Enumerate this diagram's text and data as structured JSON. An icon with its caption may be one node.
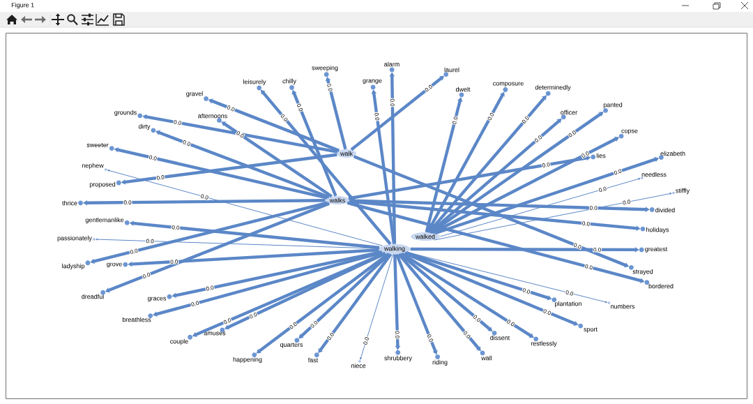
{
  "diagram": {
    "title": "Figure 1",
    "nodes": [
      {
        "text": [
          "walk"
        ]
      },
      {
        "text": [
          "walks"
        ]
      },
      {
        "text": [
          "walking"
        ]
      },
      {
        "text": [
          "walked"
        ]
      },
      {
        "text": [
          "alarm"
        ]
      },
      {
        "text": [
          "sweeping"
        ]
      },
      {
        "text": [
          "laurel"
        ]
      },
      {
        "text": [
          "grange"
        ]
      },
      {
        "text": [
          "chilly"
        ]
      },
      {
        "text": [
          "leisurely"
        ]
      },
      {
        "text": [
          "composure"
        ]
      },
      {
        "text": [
          "determinedly"
        ]
      },
      {
        "text": [
          "dwelt"
        ]
      },
      {
        "text": [
          "gravel"
        ]
      },
      {
        "text": [
          "panted"
        ]
      },
      {
        "text": [
          "officer"
        ]
      },
      {
        "text": [
          "grounds"
        ]
      },
      {
        "text": [
          "afternoons"
        ]
      },
      {
        "text": [
          "dirty"
        ]
      },
      {
        "text": [
          "copse"
        ]
      },
      {
        "text": [
          "sweeter"
        ]
      },
      {
        "text": [
          "lies"
        ]
      },
      {
        "text": [
          "elizabeth"
        ]
      },
      {
        "text": [
          "nephew"
        ]
      },
      {
        "text": [
          "needless"
        ]
      },
      {
        "text": [
          "proposed"
        ]
      },
      {
        "text": [
          "stiffly"
        ]
      },
      {
        "text": [
          "thrice"
        ]
      },
      {
        "text": [
          "divided"
        ]
      },
      {
        "text": [
          "gentlemanlike"
        ]
      },
      {
        "text": [
          "holidays"
        ]
      },
      {
        "text": [
          "passionately"
        ]
      },
      {
        "text": [
          "greatest"
        ]
      },
      {
        "text": [
          "ladyship"
        ]
      },
      {
        "text": [
          "grove"
        ]
      },
      {
        "text": [
          "strayed"
        ]
      },
      {
        "text": [
          "bordered"
        ]
      },
      {
        "text": [
          "dreadful"
        ]
      },
      {
        "text": [
          "graces"
        ]
      },
      {
        "text": [
          "plantation"
        ]
      },
      {
        "text": [
          "numbers"
        ]
      },
      {
        "text": [
          "breathless"
        ]
      },
      {
        "text": [
          "sport"
        ]
      },
      {
        "text": [
          "amuses"
        ]
      },
      {
        "text": [
          "dissent"
        ]
      },
      {
        "text": [
          "couple"
        ]
      },
      {
        "text": [
          "quarters"
        ]
      },
      {
        "text": [
          "restlessly"
        ]
      },
      {
        "text": [
          "wall"
        ]
      },
      {
        "text": [
          "happening"
        ]
      },
      {
        "text": [
          "fast"
        ]
      },
      {
        "text": [
          "shrubbery"
        ]
      },
      {
        "text": [
          "riding"
        ]
      },
      {
        "text": [
          "niece"
        ]
      }
    ],
    "edges": [
      {
        "from": 2,
        "to": 4,
        "arrow": "to",
        "label": "0.0"
      },
      {
        "from": 0,
        "to": 5,
        "arrow": "to",
        "label": "0.0"
      },
      {
        "from": 0,
        "to": 6,
        "arrow": "to",
        "label": "0.0"
      },
      {
        "from": 2,
        "to": 7,
        "arrow": "to",
        "label": "0.0"
      },
      {
        "from": 1,
        "to": 8,
        "arrow": "to",
        "label": "0.0"
      },
      {
        "from": 2,
        "to": 9,
        "arrow": "to",
        "label": "0.0"
      },
      {
        "from": 3,
        "to": 10,
        "arrow": "to",
        "label": "0.0"
      },
      {
        "from": 3,
        "to": 11,
        "arrow": "to",
        "label": "0.0"
      },
      {
        "from": 3,
        "to": 12,
        "arrow": "to",
        "label": "0.0"
      },
      {
        "from": 0,
        "to": 13,
        "arrow": "to",
        "label": "0.0"
      },
      {
        "from": 3,
        "to": 14,
        "arrow": "to",
        "label": "0.0"
      },
      {
        "from": 3,
        "to": 15,
        "arrow": "to",
        "label": "0.0"
      },
      {
        "from": 0,
        "to": 16,
        "arrow": "to",
        "label": "0.0"
      },
      {
        "from": 1,
        "to": 17,
        "arrow": "to",
        "label": "0.0"
      },
      {
        "from": 1,
        "to": 18,
        "arrow": "to",
        "label": "0.0"
      },
      {
        "from": 3,
        "to": 19,
        "arrow": "to",
        "label": "0.0"
      },
      {
        "from": 1,
        "to": 20,
        "arrow": "to",
        "label": "0.0"
      },
      {
        "from": 1,
        "to": 21,
        "arrow": "to",
        "label": "0.0"
      },
      {
        "from": 3,
        "to": 22,
        "arrow": "to",
        "label": "0.0"
      },
      {
        "from": 2,
        "to": 23,
        "arrow": "to",
        "label": "0.0"
      },
      {
        "from": 3,
        "to": 24,
        "arrow": "to",
        "label": "0.0"
      },
      {
        "from": 0,
        "to": 25,
        "arrow": "to",
        "label": "0.0"
      },
      {
        "from": 3,
        "to": 26,
        "arrow": "to",
        "label": "0.0"
      },
      {
        "from": 1,
        "to": 27,
        "arrow": "to",
        "label": "0.0"
      },
      {
        "from": 1,
        "to": 28,
        "arrow": "to",
        "label": "0.0"
      },
      {
        "from": 2,
        "to": 29,
        "arrow": "to",
        "label": "0.0"
      },
      {
        "from": 1,
        "to": 30,
        "arrow": "to",
        "label": "0.0"
      },
      {
        "from": 2,
        "to": 31,
        "arrow": "to",
        "label": "0.0"
      },
      {
        "from": 2,
        "to": 32,
        "arrow": "to",
        "label": "0.0"
      },
      {
        "from": 1,
        "to": 33,
        "arrow": "to",
        "label": "0.0"
      },
      {
        "from": 2,
        "to": 34,
        "arrow": "to",
        "label": "0.0"
      },
      {
        "from": 0,
        "to": 35,
        "arrow": "to",
        "label": "0.0"
      },
      {
        "from": 1,
        "to": 36,
        "arrow": "to",
        "label": "0.0"
      },
      {
        "from": 1,
        "to": 37,
        "arrow": "to",
        "label": "0.0"
      },
      {
        "from": 2,
        "to": 38,
        "arrow": "to",
        "label": "0.0"
      },
      {
        "from": 2,
        "to": 39,
        "arrow": "to",
        "label": "0.0"
      },
      {
        "from": 2,
        "to": 40,
        "arrow": "to",
        "label": "0.0"
      },
      {
        "from": 2,
        "to": 41,
        "arrow": "to",
        "label": "0.0"
      },
      {
        "from": 2,
        "to": 42,
        "arrow": "to",
        "label": "0.0"
      },
      {
        "from": 2,
        "to": 43,
        "arrow": "to",
        "label": "0.0"
      },
      {
        "from": 2,
        "to": 44,
        "arrow": "to",
        "label": "0.0"
      },
      {
        "from": 2,
        "to": 45,
        "arrow": "to",
        "label": "0.0"
      },
      {
        "from": 2,
        "to": 46,
        "arrow": "to",
        "label": "0.0"
      },
      {
        "from": 2,
        "to": 47,
        "arrow": "to",
        "label": "0.0"
      },
      {
        "from": 2,
        "to": 48,
        "arrow": "to",
        "label": "0.0"
      },
      {
        "from": 2,
        "to": 49,
        "arrow": "to",
        "label": "0.0"
      },
      {
        "from": 2,
        "to": 50,
        "arrow": "to",
        "label": "0.0"
      },
      {
        "from": 2,
        "to": 51,
        "arrow": "to",
        "label": "0.0"
      },
      {
        "from": 2,
        "to": 52,
        "arrow": "to",
        "label": "0.0"
      },
      {
        "from": 2,
        "to": 53,
        "arrow": "to",
        "label": "0.0"
      }
    ]
  }
}
